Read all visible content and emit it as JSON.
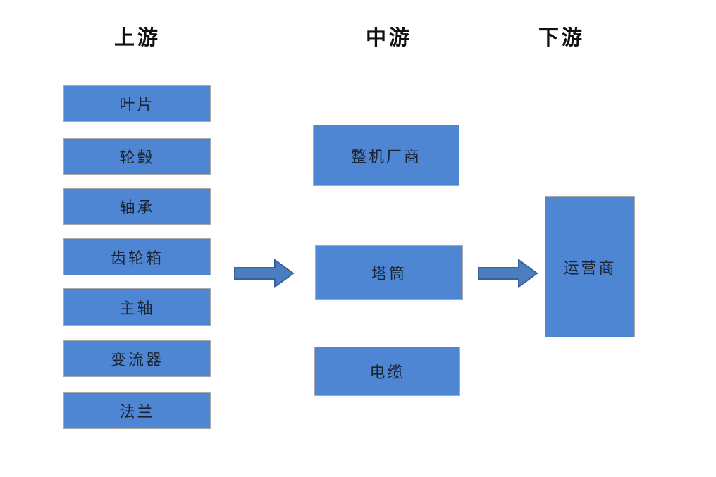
{
  "colors": {
    "background": "#ffffff",
    "box_fill": "#4e86d4",
    "box_border": "#a9a9a9",
    "arrow_fill": "#4a7ec0",
    "arrow_border": "#3a619b",
    "text": "#1b2433",
    "title_text": "#111111"
  },
  "columns": [
    {
      "title": "上游",
      "boxes": [
        {
          "label": "叶片"
        },
        {
          "label": "轮毂"
        },
        {
          "label": "轴承"
        },
        {
          "label": "齿轮箱"
        },
        {
          "label": "主轴"
        },
        {
          "label": "变流器"
        },
        {
          "label": "法兰"
        }
      ]
    },
    {
      "title": "中游",
      "boxes": [
        {
          "label": "整机厂商"
        },
        {
          "label": "塔筒"
        },
        {
          "label": "电缆"
        }
      ]
    },
    {
      "title": "下游",
      "boxes": [
        {
          "label": "运营商"
        }
      ]
    }
  ],
  "arrows": [
    {
      "name": "upstream-to-midstream",
      "direction": "right"
    },
    {
      "name": "midstream-to-downstream",
      "direction": "right"
    }
  ]
}
